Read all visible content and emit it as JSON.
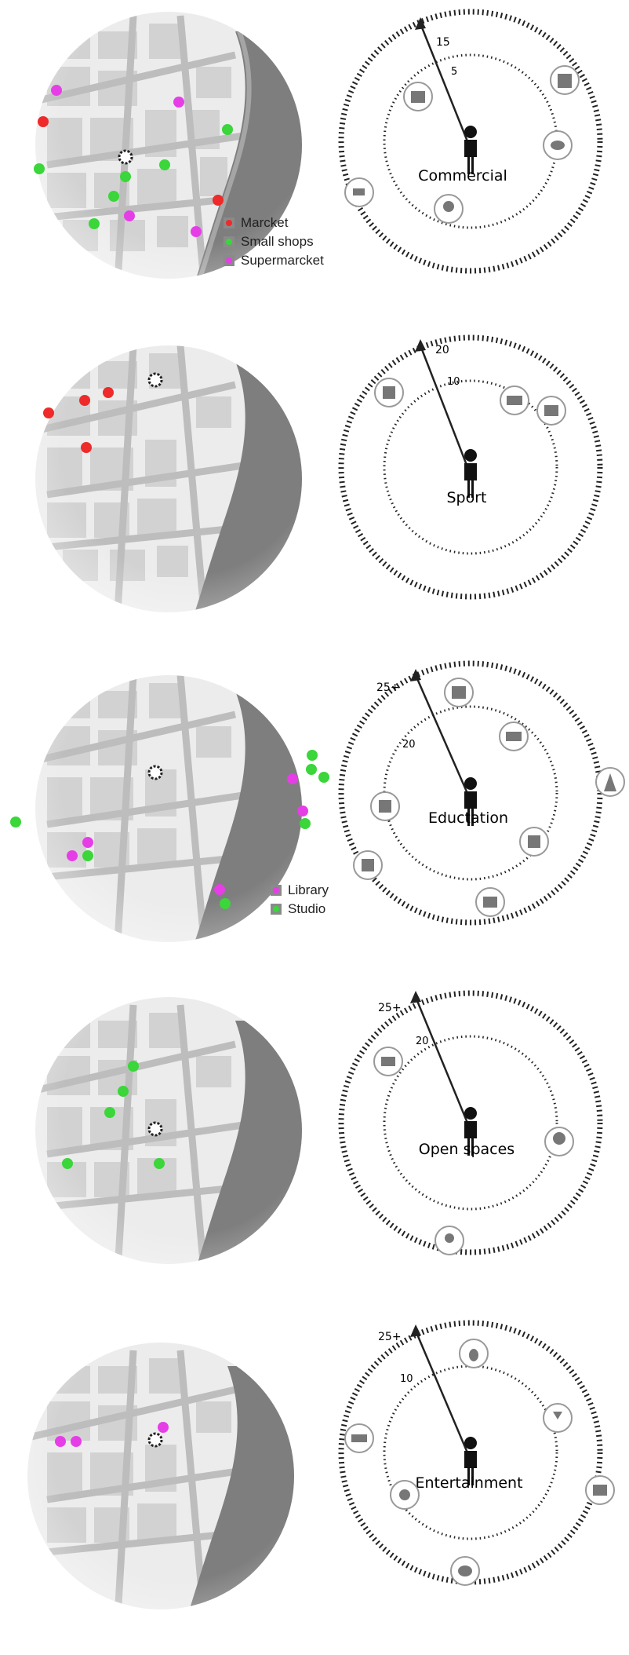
{
  "panels": [
    {
      "id": "commercial",
      "category": "Commercial",
      "outer_scale": "15",
      "inner_scale": "5",
      "legend": [
        {
          "label": "Marcket",
          "color": "#ee2a2a"
        },
        {
          "label": "Small shops",
          "color": "#3ad63a"
        },
        {
          "label": "Supermarcket",
          "color": "#e63ee6"
        }
      ],
      "icons": [
        "store-icon",
        "jacket-icon",
        "bread-icon",
        "broccoli-icon",
        "shopping-cart-icon"
      ]
    },
    {
      "id": "sport",
      "category": "Sport",
      "outer_scale": "20",
      "inner_scale": "10",
      "legend": [],
      "icons": [
        "swimmer-icon",
        "runner-icon",
        "ticket-icon"
      ]
    },
    {
      "id": "education",
      "category": "Eductation",
      "outer_scale": "25+",
      "inner_scale": "20",
      "legend": [
        {
          "label": "Library",
          "color": "#e63ee6"
        },
        {
          "label": "Studio",
          "color": "#3ad63a"
        }
      ],
      "icons": [
        "pencil-ruler-icon",
        "car-icon",
        "compass-icon",
        "canvas-icon",
        "teacher-icon",
        "brush-icon",
        "book-icon"
      ]
    },
    {
      "id": "open-spaces",
      "category": "Open spaces",
      "outer_scale": "25+",
      "inner_scale": "20",
      "legend": [],
      "icons": [
        "bench-icon",
        "tree-icon",
        "location-pin-icon"
      ]
    },
    {
      "id": "entertainment",
      "category": "Entertainment",
      "outer_scale": "25+",
      "inner_scale": "10",
      "legend": [],
      "icons": [
        "trumpet-icon",
        "guitar-icon",
        "wine-glass-icon",
        "theater-masks-icon",
        "museum-icon",
        "palette-icon"
      ]
    }
  ]
}
